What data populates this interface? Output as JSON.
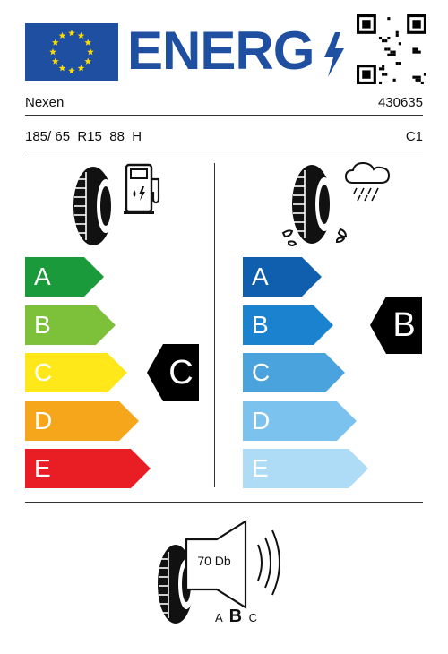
{
  "header": {
    "title": "ENERG",
    "flag_color": "#1f4fa0"
  },
  "product": {
    "brand": "Nexen",
    "article_no": "430635",
    "tyre_size": "185/ 65  R15  88  H",
    "tyre_class": "C1"
  },
  "fuel_efficiency": {
    "icon": "fuel-pump-icon",
    "classes": [
      {
        "letter": "A",
        "color": "#1a9a3a"
      },
      {
        "letter": "B",
        "color": "#7dc13b"
      },
      {
        "letter": "C",
        "color": "#ffe81a"
      },
      {
        "letter": "D",
        "color": "#f6a61b"
      },
      {
        "letter": "E",
        "color": "#e91e25"
      }
    ],
    "rating": "C"
  },
  "wet_grip": {
    "icon": "rain-cloud-icon",
    "classes": [
      {
        "letter": "A",
        "color": "#0f5fae"
      },
      {
        "letter": "B",
        "color": "#1b82cf"
      },
      {
        "letter": "C",
        "color": "#4aa3dd"
      },
      {
        "letter": "D",
        "color": "#7cc2ee"
      },
      {
        "letter": "E",
        "color": "#aedcf7"
      }
    ],
    "rating": "B"
  },
  "noise": {
    "icon": "speaker-icon",
    "value": "70 Db",
    "class_a": "A",
    "class_b": "B",
    "class_c": "C"
  }
}
